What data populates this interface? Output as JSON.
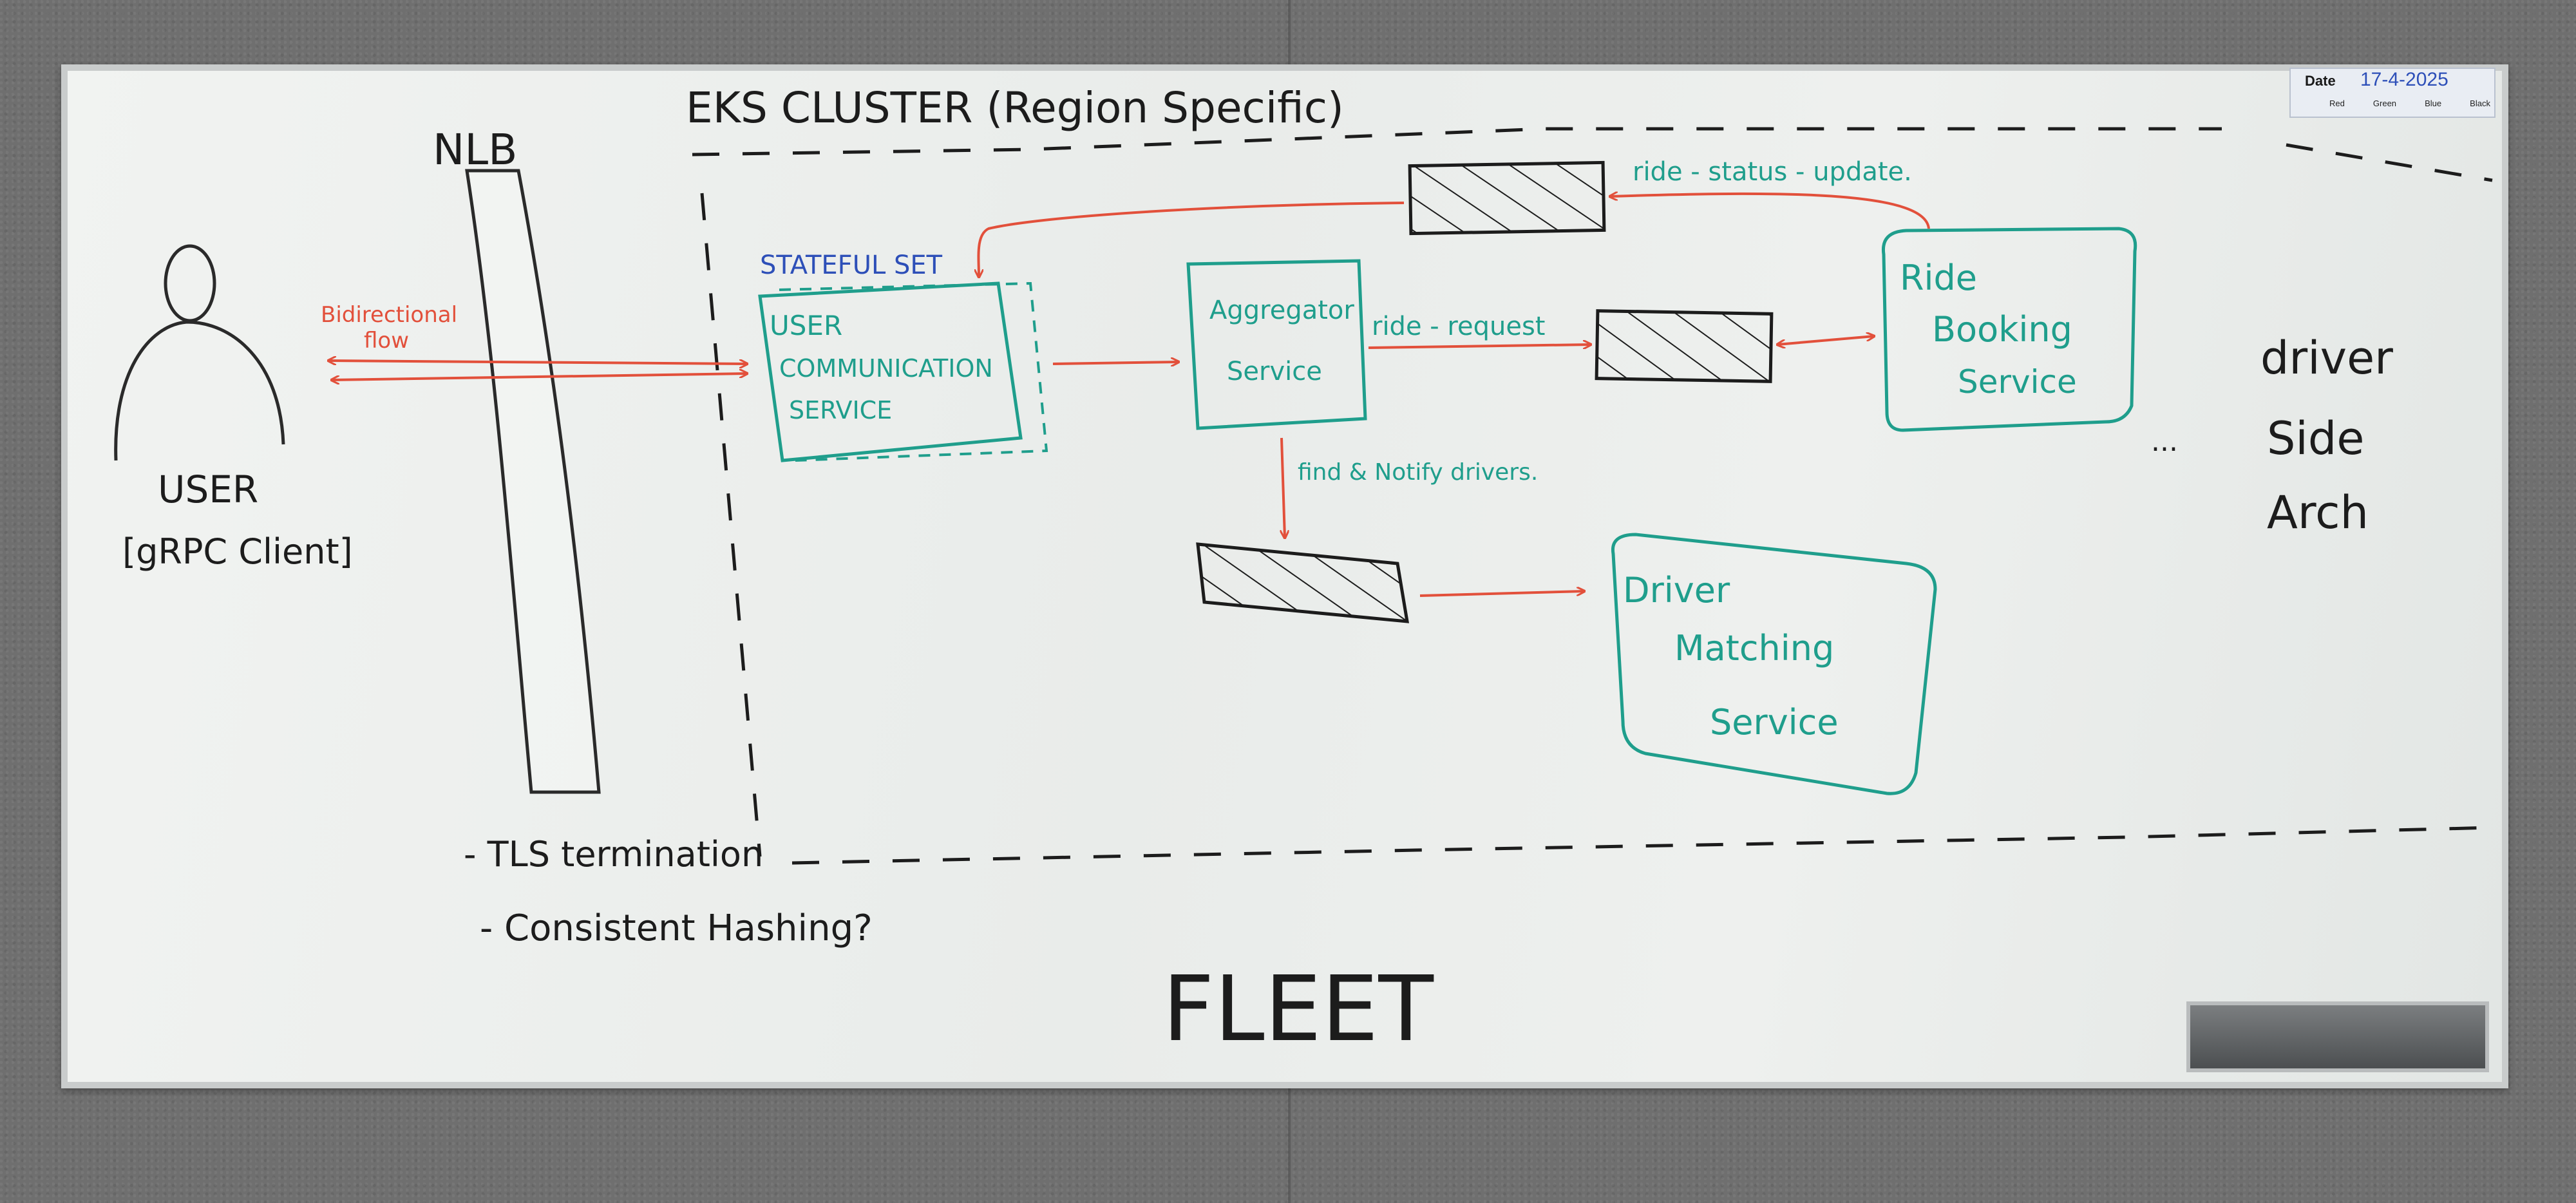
{
  "board": {
    "title": "EKS CLUSTER (Region Specific)",
    "fleet_label": "FLEET",
    "side_note_lines": [
      "driver",
      "Side",
      "Arch"
    ],
    "date_card": {
      "label": "Date",
      "value": "17-4-2025",
      "swatches": [
        "Red",
        "Green",
        "Blue",
        "Black"
      ]
    }
  },
  "nodes": {
    "user": {
      "line1": "USER",
      "line2": "[gRPC Client]"
    },
    "nlb": {
      "label": "NLB"
    },
    "stateful_set": {
      "label": "STATEFUL SET"
    },
    "user_comm": {
      "lines": [
        "USER",
        "COMMUNICATION",
        "SERVICE"
      ]
    },
    "aggregator": {
      "lines": [
        "Aggregator",
        "Service"
      ]
    },
    "ride_booking": {
      "lines": [
        "Ride",
        "Booking",
        "Service"
      ]
    },
    "driver_matching": {
      "lines": [
        "Driver",
        "Matching",
        "Service"
      ]
    }
  },
  "edges": {
    "bidirectional": {
      "lines": [
        "Bidirectional",
        "flow"
      ]
    },
    "ride_request": {
      "label": "ride - request"
    },
    "ride_status_update": {
      "label": "ride - status - update."
    },
    "find_notify": {
      "label": "find & Notify drivers."
    }
  },
  "notes": {
    "tls": "- TLS termination",
    "hashing": "- Consistent Hashing?"
  },
  "ellipsis": "...",
  "colors": {
    "red": "#e2503b",
    "teal": "#1f9e8c",
    "blue": "#2d4fb8",
    "black": "#1c1c1c"
  }
}
